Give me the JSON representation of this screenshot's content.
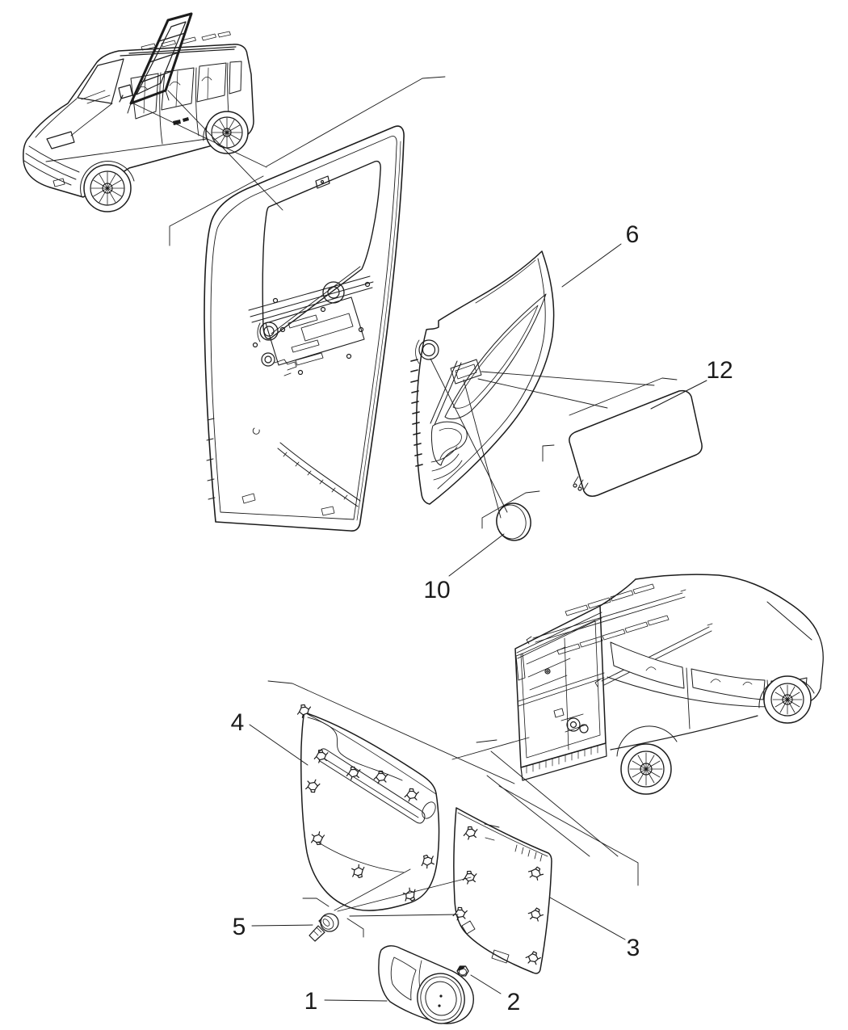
{
  "figure": {
    "background_color": "#ffffff",
    "line_color": "#1c1c1c"
  },
  "callouts": {
    "item1": {
      "label": "1"
    },
    "item2": {
      "label": "2"
    },
    "item3": {
      "label": "3"
    },
    "item4": {
      "label": "4"
    },
    "item5": {
      "label": "5"
    },
    "item6": {
      "label": "6"
    },
    "item10": {
      "label": "10"
    },
    "item12": {
      "label": "12"
    }
  }
}
